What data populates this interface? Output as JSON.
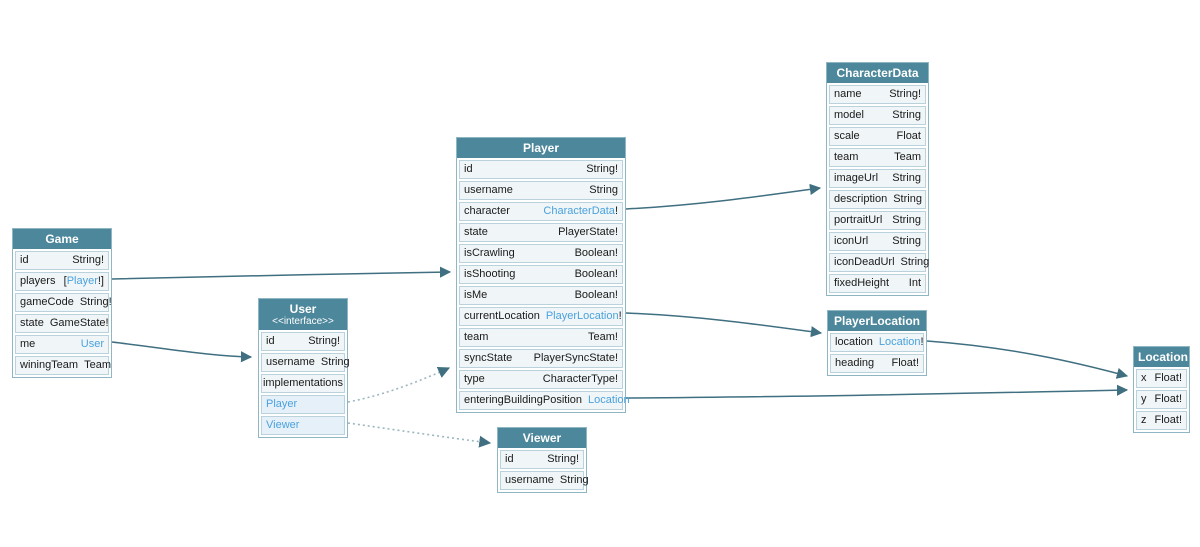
{
  "diagram": {
    "colors": {
      "header_bg": "#4d879b",
      "header_text": "#ffffff",
      "row_bg": "#f0f5f7",
      "row_highlight_bg": "#e6f0f8",
      "row_border": "#b9d2dc",
      "outer_border": "#8fb6c3",
      "field_text": "#1a1a1a",
      "link_color": "#4aa2de",
      "edge_color": "#3f6f80",
      "dotted_edge_color": "#9cb6bf",
      "canvas_bg": "#ffffff"
    },
    "nodes": [
      {
        "title": "Game",
        "fields": [
          {
            "name": "id",
            "type_parts": [
              {
                "t": "String!",
                "link": false
              }
            ]
          },
          {
            "name": "players",
            "type_parts": [
              {
                "t": "[",
                "link": false
              },
              {
                "t": "Player",
                "link": true
              },
              {
                "t": "!]",
                "link": false
              }
            ]
          },
          {
            "name": "gameCode",
            "type_parts": [
              {
                "t": "String!",
                "link": false
              }
            ]
          },
          {
            "name": "state",
            "type_parts": [
              {
                "t": "GameState!",
                "link": false
              }
            ]
          },
          {
            "name": "me",
            "type_parts": [
              {
                "t": "User",
                "link": true
              }
            ]
          },
          {
            "name": "winingTeam",
            "type_parts": [
              {
                "t": "Team",
                "link": false
              }
            ]
          }
        ]
      },
      {
        "title": "User",
        "subtitle": "<<interface>>",
        "fields": [
          {
            "name": "id",
            "type_parts": [
              {
                "t": "String!",
                "link": false
              }
            ]
          },
          {
            "name": "username",
            "type_parts": [
              {
                "t": "String",
                "link": false
              }
            ]
          },
          {
            "section": "implementations"
          },
          {
            "name_link": "Player",
            "highlight": true
          },
          {
            "name_link": "Viewer",
            "highlight": true
          }
        ]
      },
      {
        "title": "Player",
        "fields": [
          {
            "name": "id",
            "type_parts": [
              {
                "t": "String!",
                "link": false
              }
            ]
          },
          {
            "name": "username",
            "type_parts": [
              {
                "t": "String",
                "link": false
              }
            ]
          },
          {
            "name": "character",
            "type_parts": [
              {
                "t": "CharacterData",
                "link": true
              },
              {
                "t": "!",
                "link": false
              }
            ]
          },
          {
            "name": "state",
            "type_parts": [
              {
                "t": "PlayerState!",
                "link": false
              }
            ]
          },
          {
            "name": "isCrawling",
            "type_parts": [
              {
                "t": "Boolean!",
                "link": false
              }
            ]
          },
          {
            "name": "isShooting",
            "type_parts": [
              {
                "t": "Boolean!",
                "link": false
              }
            ]
          },
          {
            "name": "isMe",
            "type_parts": [
              {
                "t": "Boolean!",
                "link": false
              }
            ]
          },
          {
            "name": "currentLocation",
            "type_parts": [
              {
                "t": "PlayerLocation",
                "link": true
              },
              {
                "t": "!",
                "link": false
              }
            ]
          },
          {
            "name": "team",
            "type_parts": [
              {
                "t": "Team!",
                "link": false
              }
            ]
          },
          {
            "name": "syncState",
            "type_parts": [
              {
                "t": "PlayerSyncState!",
                "link": false
              }
            ]
          },
          {
            "name": "type",
            "type_parts": [
              {
                "t": "CharacterType!",
                "link": false
              }
            ]
          },
          {
            "name": "enteringBuildingPosition",
            "type_parts": [
              {
                "t": "Location",
                "link": true
              }
            ]
          }
        ]
      },
      {
        "title": "Viewer",
        "fields": [
          {
            "name": "id",
            "type_parts": [
              {
                "t": "String!",
                "link": false
              }
            ]
          },
          {
            "name": "username",
            "type_parts": [
              {
                "t": "String",
                "link": false
              }
            ]
          }
        ]
      },
      {
        "title": "CharacterData",
        "fields": [
          {
            "name": "name",
            "type_parts": [
              {
                "t": "String!",
                "link": false
              }
            ]
          },
          {
            "name": "model",
            "type_parts": [
              {
                "t": "String",
                "link": false
              }
            ]
          },
          {
            "name": "scale",
            "type_parts": [
              {
                "t": "Float",
                "link": false
              }
            ]
          },
          {
            "name": "team",
            "type_parts": [
              {
                "t": "Team",
                "link": false
              }
            ]
          },
          {
            "name": "imageUrl",
            "type_parts": [
              {
                "t": "String",
                "link": false
              }
            ]
          },
          {
            "name": "description",
            "type_parts": [
              {
                "t": "String",
                "link": false
              }
            ]
          },
          {
            "name": "portraitUrl",
            "type_parts": [
              {
                "t": "String",
                "link": false
              }
            ]
          },
          {
            "name": "iconUrl",
            "type_parts": [
              {
                "t": "String",
                "link": false
              }
            ]
          },
          {
            "name": "iconDeadUrl",
            "type_parts": [
              {
                "t": "String",
                "link": false
              }
            ]
          },
          {
            "name": "fixedHeight",
            "type_parts": [
              {
                "t": "Int",
                "link": false
              }
            ]
          }
        ]
      },
      {
        "title": "PlayerLocation",
        "fields": [
          {
            "name": "location",
            "type_parts": [
              {
                "t": "Location",
                "link": true
              },
              {
                "t": "!",
                "link": false
              }
            ]
          },
          {
            "name": "heading",
            "type_parts": [
              {
                "t": "Float!",
                "link": false
              }
            ]
          }
        ]
      },
      {
        "title": "Location",
        "fields": [
          {
            "name": "x",
            "type_parts": [
              {
                "t": "Float!",
                "link": false
              }
            ]
          },
          {
            "name": "y",
            "type_parts": [
              {
                "t": "Float!",
                "link": false
              }
            ]
          },
          {
            "name": "z",
            "type_parts": [
              {
                "t": "Float!",
                "link": false
              }
            ]
          }
        ]
      }
    ],
    "edges": [
      {
        "from": "Game.players",
        "to": "Player",
        "style": "solid"
      },
      {
        "from": "Game.me",
        "to": "User",
        "style": "solid"
      },
      {
        "from": "User.Player",
        "to": "Player",
        "style": "dotted"
      },
      {
        "from": "User.Viewer",
        "to": "Viewer",
        "style": "dotted"
      },
      {
        "from": "Player.character",
        "to": "CharacterData",
        "style": "solid"
      },
      {
        "from": "Player.currentLocation",
        "to": "PlayerLocation",
        "style": "solid"
      },
      {
        "from": "Player.enteringBuildingPosition",
        "to": "Location",
        "style": "solid"
      },
      {
        "from": "PlayerLocation.location",
        "to": "Location",
        "style": "solid"
      }
    ]
  }
}
